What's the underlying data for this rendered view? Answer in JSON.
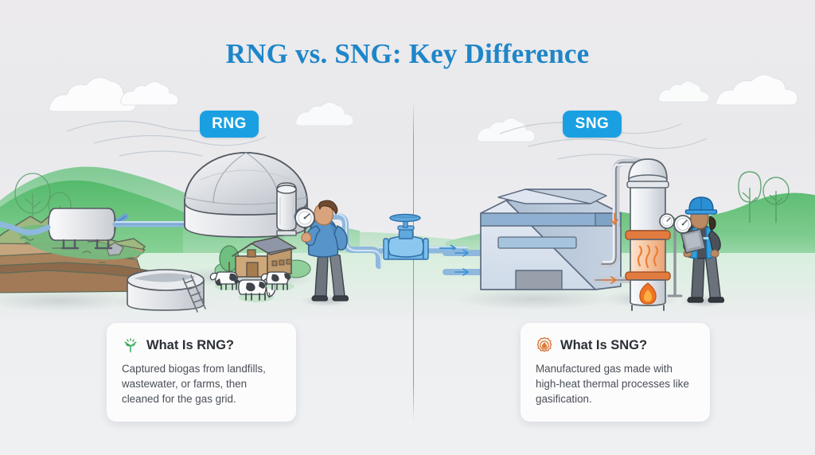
{
  "title": "RNG vs. SNG: Key Difference",
  "badges": {
    "left": "RNG",
    "right": "SNG"
  },
  "cards": [
    {
      "icon": "leaf-sprout-icon",
      "title": "What Is RNG?",
      "body": "Captured biogas from landfills, wastewater, or farms, then cleaned for the gas grid.",
      "accent": "#3aa košice"
    },
    {
      "icon": "gear-flame-icon",
      "title": "What Is SNG?",
      "body": "Manufactured gas made with high-heat thermal processes like gasification.",
      "accent": "#d8763a"
    }
  ],
  "card_left": {
    "icon": "leaf-sprout-icon",
    "title": "What Is RNG?",
    "body": "Captured biogas from landfills, wastewater, or farms, then cleaned for the gas grid."
  },
  "card_right": {
    "icon": "gear-flame-icon",
    "title": "What Is SNG?",
    "body": "Manufactured gas made with high-heat thermal processes like gasification."
  },
  "colors": {
    "title_blue": "#1e86c8",
    "badge_blue": "#1aa0e2",
    "leaf_green": "#3aa45a",
    "flame_orange": "#d8763a",
    "pipe_blue": "#5b9bd5",
    "hill_green": "#4cb463",
    "body_text": "#4a4f57",
    "heading_text": "#2b2f36",
    "background": "#eceef0"
  },
  "scene_left": {
    "name": "rng-biogas-scene",
    "elements": [
      "landfill-mound",
      "horizontal-gas-tank",
      "biogas-digester-dome",
      "storage-silo",
      "pressure-gauge",
      "worker-inspecting",
      "circular-lagoon-tank",
      "farm-barn",
      "grazing-cows",
      "trees",
      "clouds",
      "green-hills",
      "wind-lines"
    ]
  },
  "scene_right": {
    "name": "sng-gasification-scene",
    "elements": [
      "industrial-plant-building",
      "gasifier-tower",
      "furnace-flame",
      "heat-waves",
      "overhead-piping",
      "dual-pressure-gauges",
      "worker-with-tablet",
      "trees",
      "clouds",
      "green-hills",
      "wind-lines"
    ]
  },
  "center": {
    "name": "pipeline-valve",
    "label": "valve"
  }
}
